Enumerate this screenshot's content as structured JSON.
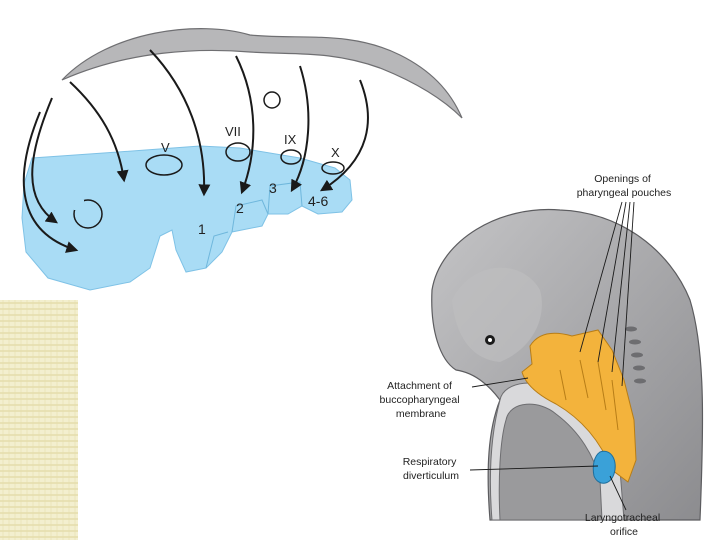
{
  "colors": {
    "pouch_fill": "#a9dcf5",
    "embryo_gray": "#a7a7a9",
    "embryo_dark": "#6d6d70",
    "pharynx_orange": "#f3b33c",
    "diverticulum_blue": "#3aa1d8",
    "patch_fill": "#f1ecc4",
    "patch_line": "#dcd39a"
  },
  "arch_labels": {
    "n1": "1",
    "n2": "2",
    "n3": "3",
    "n46": "4-6"
  },
  "nerve_labels": {
    "v": "V",
    "vii": "VII",
    "ix": "IX",
    "x": "X"
  },
  "annotations": {
    "openings_line1": "Openings of",
    "openings_line2": "pharyngeal pouches",
    "attachment_line1": "Attachment of",
    "attachment_line2": "buccopharyngeal",
    "attachment_line3": "membrane",
    "respiratory_line1": "Respiratory",
    "respiratory_line2": "diverticulum",
    "laryngo_line1": "Laryngotracheal",
    "laryngo_line2": "orifice"
  }
}
